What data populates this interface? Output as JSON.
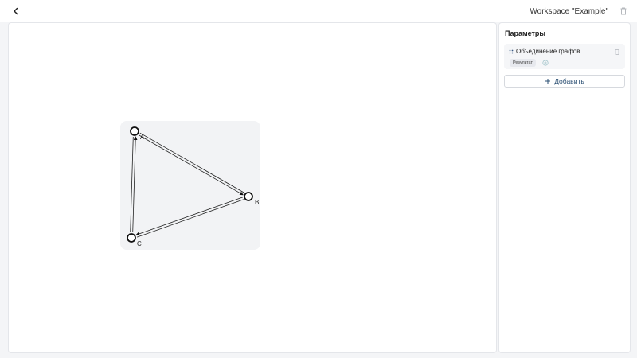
{
  "header": {
    "workspace_title": "Workspace \"Example\""
  },
  "graph": {
    "nodes": [
      {
        "id": "A",
        "label": "A"
      },
      {
        "id": "B",
        "label": "B"
      },
      {
        "id": "C",
        "label": "C"
      }
    ],
    "edges": [
      {
        "from": "A",
        "to": "B"
      },
      {
        "from": "B",
        "to": "C"
      },
      {
        "from": "C",
        "to": "A"
      }
    ]
  },
  "panel": {
    "title": "Параметры",
    "items": [
      {
        "name": "Объединение графов",
        "chip": "Результат"
      }
    ],
    "add_label": "Добавить"
  },
  "icons": {
    "back": "chevron-left-icon",
    "trash": "trash-icon",
    "drag": "drag-handle-icon",
    "plus": "plus-icon"
  },
  "colors": {
    "accent": "#2b4f73",
    "node_stroke": "#111111"
  }
}
